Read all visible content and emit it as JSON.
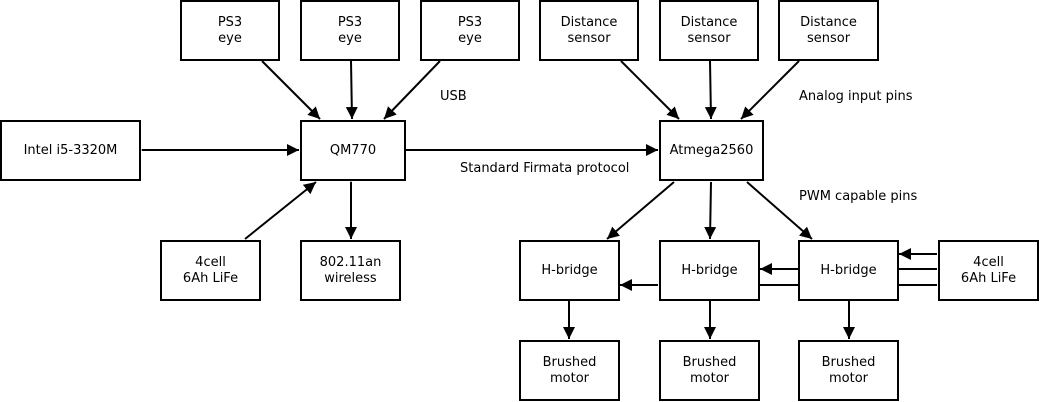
{
  "nodes": {
    "ps3_1": "PS3\neye",
    "ps3_2": "PS3\neye",
    "ps3_3": "PS3\neye",
    "dist_1": "Distance\nsensor",
    "dist_2": "Distance\nsensor",
    "dist_3": "Distance\nsensor",
    "intel": "Intel i5-3320M",
    "qm770": "QM770",
    "atmega": "Atmega2560",
    "battery_left": "4cell\n6Ah LiFe",
    "wireless": "802.11an\nwireless",
    "hbridge_1": "H-bridge",
    "hbridge_2": "H-bridge",
    "hbridge_3": "H-bridge",
    "battery_right": "4cell\n6Ah LiFe",
    "motor_1": "Brushed\nmotor",
    "motor_2": "Brushed\nmotor",
    "motor_3": "Brushed\nmotor"
  },
  "labels": {
    "usb": "USB",
    "firmata": "Standard Firmata protocol",
    "analog": "Analog input pins",
    "pwm": "PWM capable pins"
  }
}
